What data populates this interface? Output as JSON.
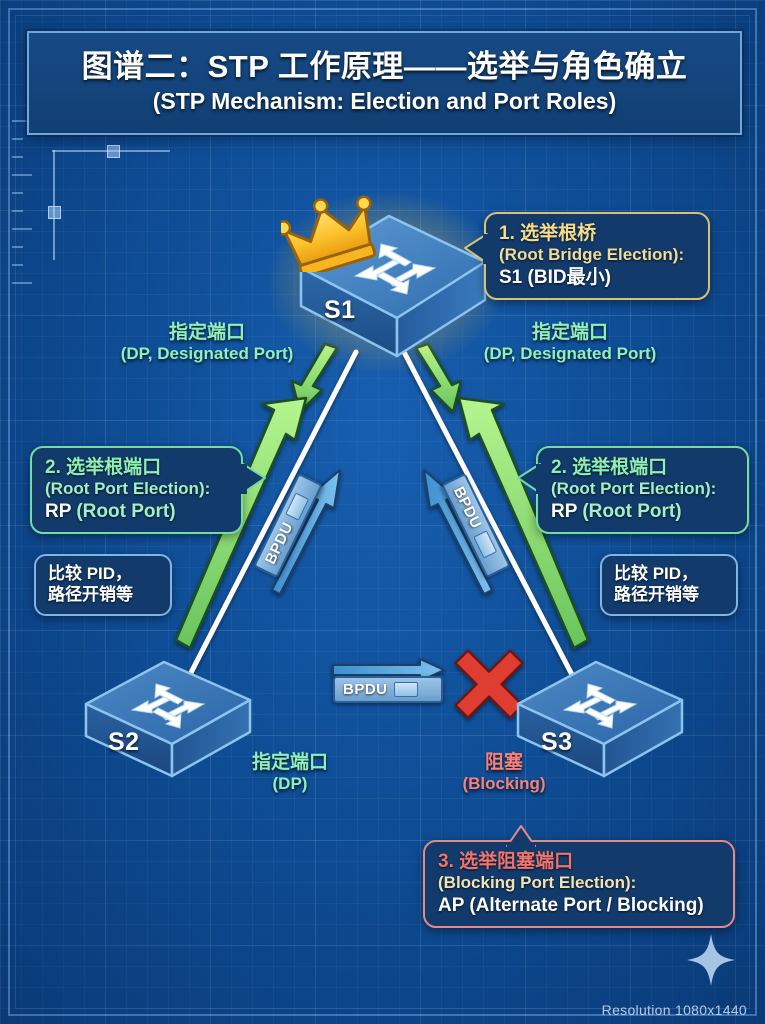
{
  "title": {
    "cn": "图谱二：STP 工作原理——选举与角色确立",
    "en": "(STP Mechanism: Election and Port Roles)"
  },
  "switches": [
    {
      "id": "s1",
      "label": "S1",
      "role": "root-bridge",
      "crown": true
    },
    {
      "id": "s2",
      "label": "S2",
      "role": "non-root",
      "crown": false
    },
    {
      "id": "s3",
      "label": "S3",
      "role": "non-root",
      "crown": false
    }
  ],
  "callouts": {
    "root_bridge": {
      "l1": "1. 选举根桥",
      "l2": "(Root Bridge Election):",
      "l3": "S1 (BID最小)"
    },
    "root_port_left": {
      "l1": "2. 选举根端口",
      "l2": "(Root Port Election):",
      "l3_main": "RP",
      "l3_sub": " (Root Port)"
    },
    "root_port_right": {
      "l1": "2. 选举根端口",
      "l2": "(Root Port Election):",
      "l3_main": "RP",
      "l3_sub": " (Root Port)"
    },
    "blocking_port": {
      "l1": "3. 选举阻塞端口",
      "l2": "(Blocking Port Election):",
      "l3": "AP (Alternate Port / Blocking)"
    }
  },
  "notes": {
    "left": {
      "line1": "比较 PID，",
      "line2": "路径开销等"
    },
    "right": {
      "line1": "比较 PID，",
      "line2": "路径开销等"
    }
  },
  "port_labels": {
    "dp_left": {
      "cn": "指定端口",
      "en": "(DP, Designated Port)"
    },
    "dp_right": {
      "cn": "指定端口",
      "en": "(DP, Designated Port)"
    },
    "dp_bottom": {
      "cn": "指定端口",
      "en": "(DP)"
    },
    "blocking_bottom": {
      "cn": "阻塞",
      "en": "(Blocking)"
    }
  },
  "bpdu": {
    "left_label": "BPDU",
    "right_label": "BPDU",
    "bottom_label": "BPDU"
  },
  "watermark": "Resolution 1080x1440",
  "colors": {
    "background": "#0e4d96",
    "accent_green": "#93efb9",
    "accent_gold": "#f5dd8c",
    "accent_red": "#f0736e",
    "link_white": "#ffffff",
    "switch_blue": "#2e6fb0"
  }
}
